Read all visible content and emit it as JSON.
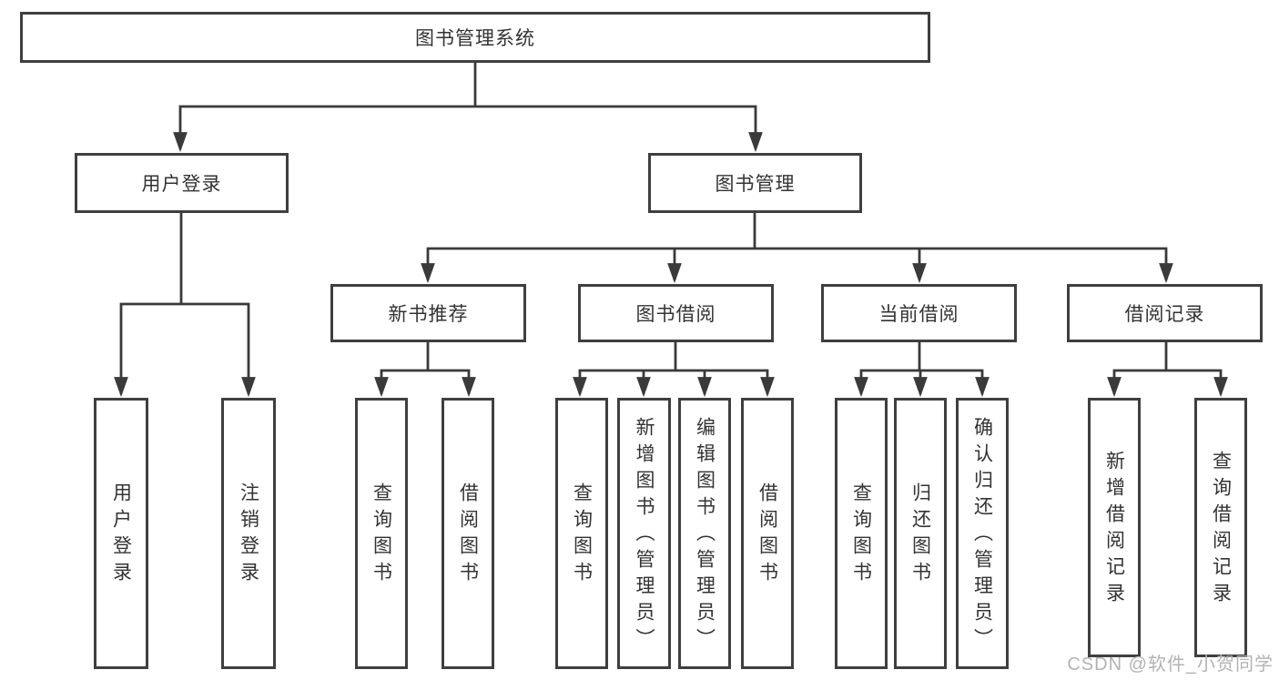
{
  "diagram": {
    "nodes": {
      "root": "图书管理系统",
      "user_login": "用户登录",
      "book_management": "图书管理",
      "new_book_recommendation": "新书推荐",
      "book_borrowing": "图书借阅",
      "current_borrowing": "当前借阅",
      "borrowing_records": "借阅记录",
      "login_children": [
        "用户登录",
        "注销登录"
      ],
      "recommendation_children": [
        "查询图书",
        "借阅图书"
      ],
      "borrowing_children": [
        "查询图书",
        "新增图书（管理员）",
        "编辑图书（管理员）",
        "借阅图书"
      ],
      "current_children": [
        "查询图书",
        "归还图书",
        "确认归还（管理员）"
      ],
      "records_children": [
        "新增借阅记录",
        "查询借阅记录"
      ]
    },
    "line_color": "#3a3a3a",
    "box_border_color": "#3f3f3f",
    "text_color": "#333333"
  },
  "watermark": {
    "text": "CSDN @软件_小贺同学",
    "color": "#b3b3b3"
  }
}
